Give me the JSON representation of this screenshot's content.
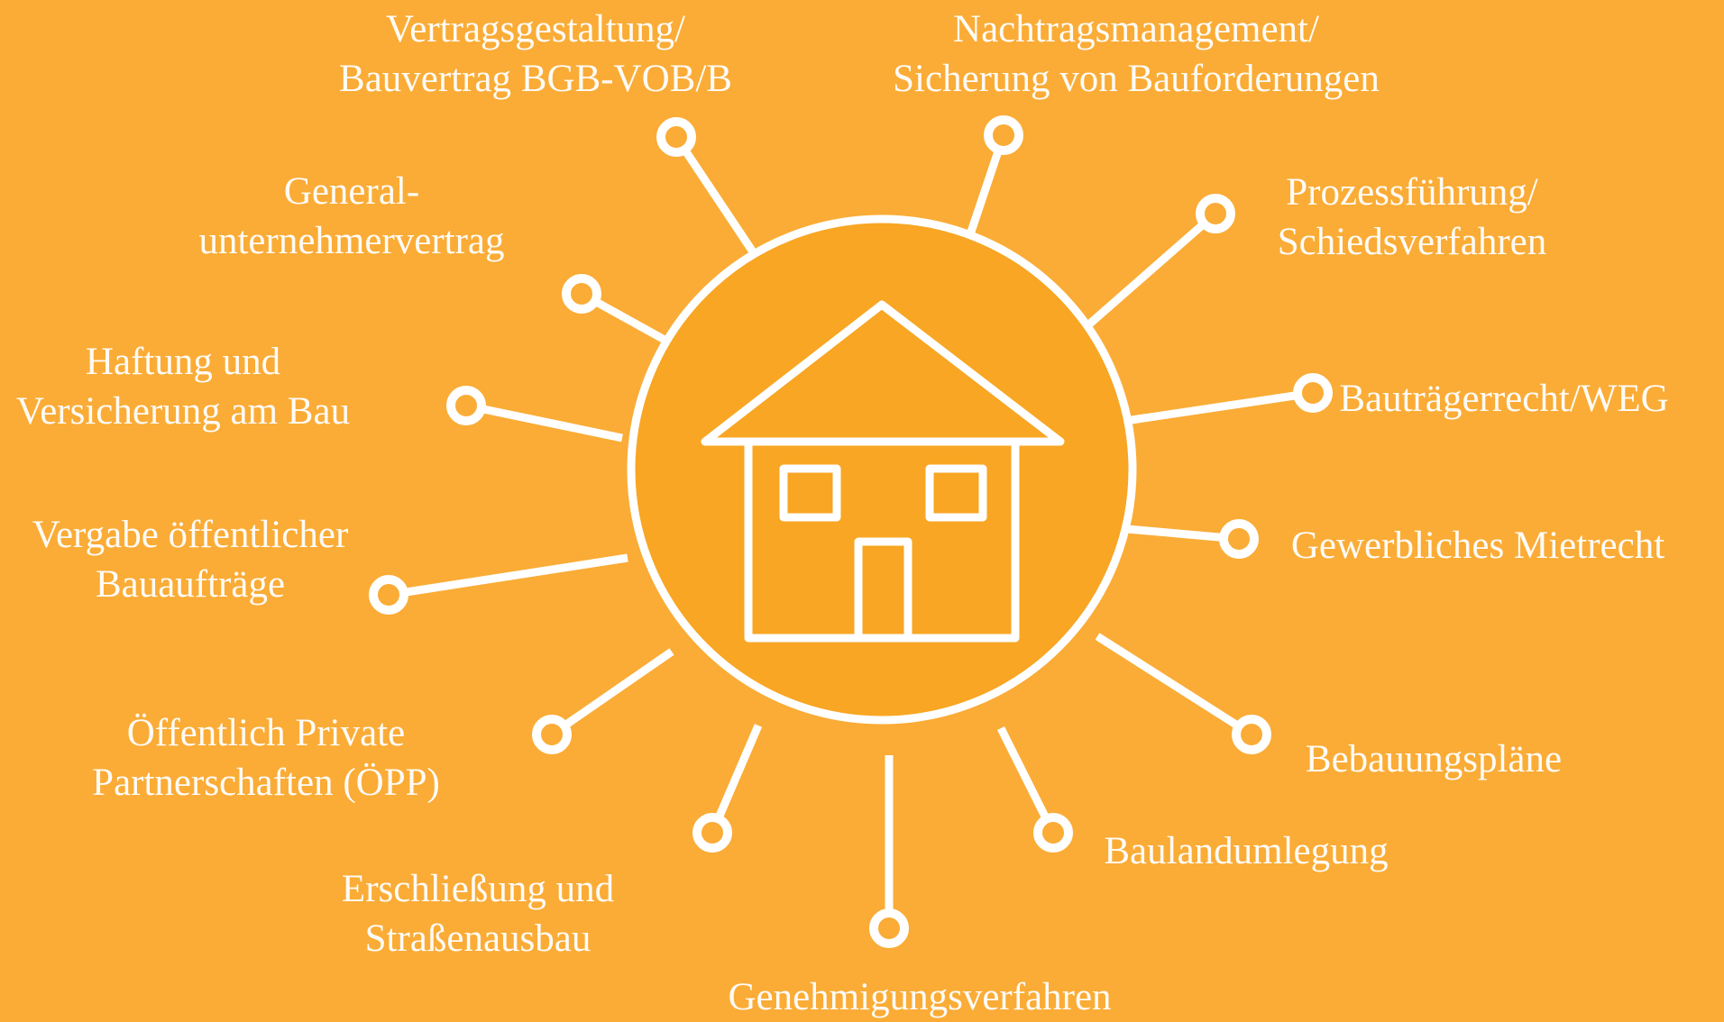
{
  "colors": {
    "background": "#FAAC36",
    "center_fill": "#F8A623",
    "stroke": "#FFFFFF",
    "text": "#FFFFFF"
  },
  "center": {
    "icon": "house-icon"
  },
  "topics": [
    {
      "id": "vertragsgestaltung",
      "lines": [
        "Vertragsgestaltung/",
        "Bauvertrag BGB-VOB/B"
      ]
    },
    {
      "id": "nachtragsmanagement",
      "lines": [
        "Nachtragsmanagement/",
        "Sicherung von Bauforderungen"
      ]
    },
    {
      "id": "prozessfuehrung",
      "lines": [
        "Prozessführung/",
        "Schiedsverfahren"
      ]
    },
    {
      "id": "bautraegerrecht",
      "lines": [
        "Bauträgerrecht/WEG"
      ]
    },
    {
      "id": "gewerbliches-mietrecht",
      "lines": [
        "Gewerbliches Mietrecht"
      ]
    },
    {
      "id": "bebauungsplaene",
      "lines": [
        "Bebauungspläne"
      ]
    },
    {
      "id": "baulandumlegung",
      "lines": [
        "Baulandumlegung"
      ]
    },
    {
      "id": "genehmigungsverfahren",
      "lines": [
        "Genehmigungsverfahren"
      ]
    },
    {
      "id": "erschliessung",
      "lines": [
        "Erschließung und",
        "Straßenausbau"
      ]
    },
    {
      "id": "oepp",
      "lines": [
        "Öffentlich Private",
        "Partnerschaften (ÖPP)"
      ]
    },
    {
      "id": "vergabe",
      "lines": [
        "Vergabe öffentlicher",
        "Bauaufträge"
      ]
    },
    {
      "id": "haftung",
      "lines": [
        "Haftung und",
        "Versicherung am Bau"
      ]
    },
    {
      "id": "generalunternehmer",
      "lines": [
        "General-",
        "unternehmervertrag"
      ]
    }
  ]
}
